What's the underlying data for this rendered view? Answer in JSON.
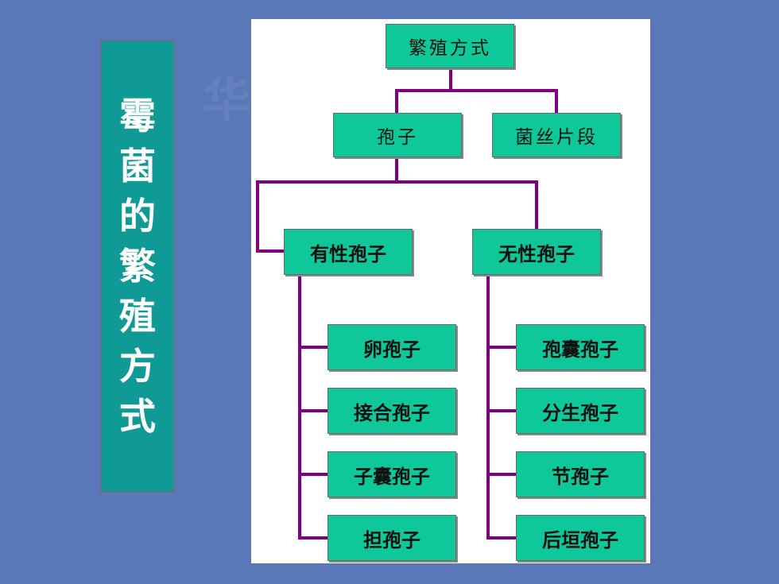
{
  "side_title": [
    "霉",
    "菌",
    "的",
    "繁",
    "殖",
    "方",
    "式"
  ],
  "tree": {
    "root": "繁殖方式",
    "level1": {
      "spore": "孢子",
      "hypha": "菌丝片段"
    },
    "level2": {
      "sexual": "有性孢子",
      "asexual": "无性孢子"
    },
    "sexual_children": [
      "卵孢子",
      "接合孢子",
      "子囊孢子",
      "担孢子"
    ],
    "asexual_children": [
      "孢囊孢子",
      "分生孢子",
      "节孢子",
      "后垣孢子"
    ]
  },
  "colors": {
    "background": "#5a78b8",
    "title_panel": "#0f9a96",
    "node": "#0fc89a",
    "connector": "#800080"
  }
}
